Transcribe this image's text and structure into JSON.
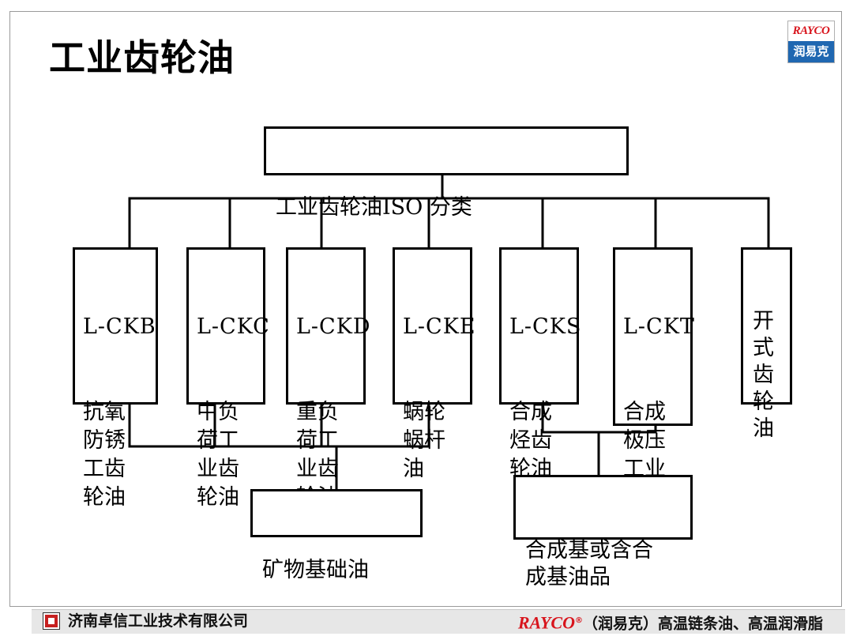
{
  "title": "工业齿轮油",
  "logo": {
    "brand": "RAYCO",
    "cn": "润易克"
  },
  "diagram": {
    "root": "工业齿轮油ISO 分类",
    "categories": [
      {
        "code": "L-CKB",
        "name": "抗氧\n防锈\n工齿\n轮油"
      },
      {
        "code": "L-CKC",
        "name": "中负\n荷工\n业齿\n轮油"
      },
      {
        "code": "L-CKD",
        "name": "重负\n荷工\n业齿\n轮油"
      },
      {
        "code": "L-CKE",
        "name": "蜗轮\n蜗杆\n油"
      },
      {
        "code": "L-CKS",
        "name": "合成\n烃齿\n轮油"
      },
      {
        "code": "L-CKT",
        "name": "合成\n极压\n工业\n齿轮\n油"
      },
      {
        "code": "",
        "name": "开\n式\n齿\n轮\n油"
      }
    ],
    "base_oils": [
      {
        "label": "矿物基础油"
      },
      {
        "label": "合成基或含合\n成基油品"
      }
    ]
  },
  "footer": {
    "company": "济南卓信工业技术有限公司",
    "brand": "RAYCO",
    "reg_mark": "®",
    "tagline": "（润易克）高温链条油、高温润滑脂"
  },
  "colors": {
    "brand_red": "#d8141c",
    "logo_blue": "#1f67b1",
    "line": "#000000"
  }
}
